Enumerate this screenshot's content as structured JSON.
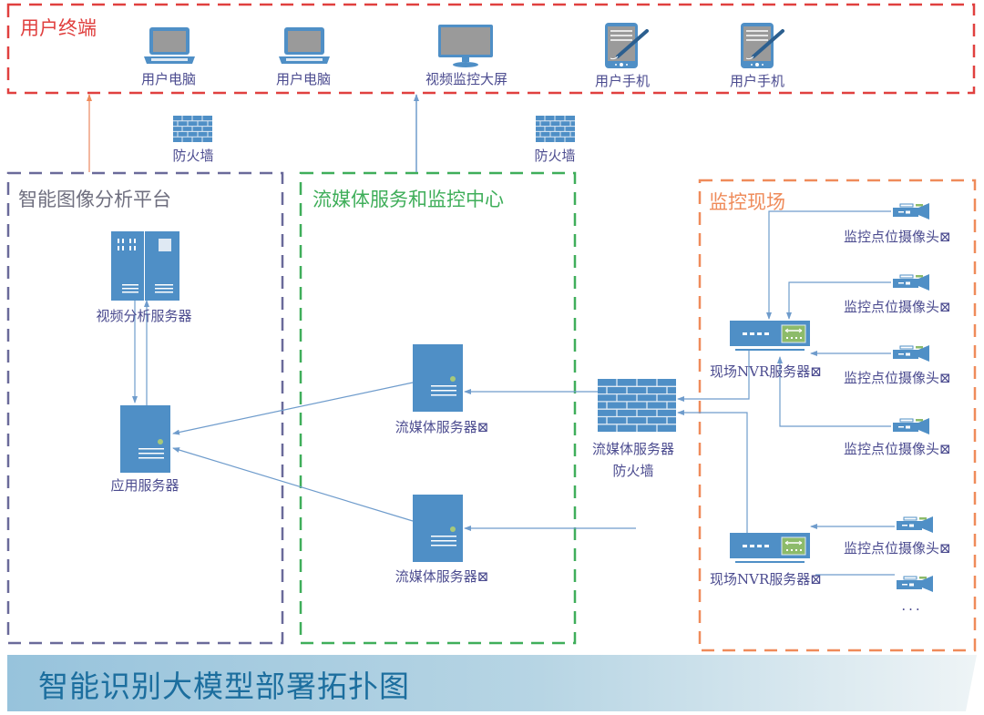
{
  "diagram": {
    "title": "智能识别大模型部署拓扑图",
    "colors": {
      "user_zone": "#e0403f",
      "ai_zone": "#6a6a9a",
      "media_zone": "#3fae5a",
      "site_zone": "#ef8b5a",
      "device_blue": "#4f8fc6",
      "wire": "#6f9ccc",
      "label": "#4b4b8f",
      "banner_title": "#1c6e9e"
    },
    "zones": {
      "user_terminal": {
        "title": "用户终端",
        "devices": [
          {
            "icon": "laptop-icon",
            "label": "用户电脑"
          },
          {
            "icon": "laptop-icon",
            "label": "用户电脑"
          },
          {
            "icon": "monitor-icon",
            "label": "视频监控大屏"
          },
          {
            "icon": "tablet-pen-icon",
            "label": "用户手机"
          },
          {
            "icon": "tablet-pen-icon",
            "label": "用户手机"
          }
        ]
      },
      "firewalls_top": [
        {
          "icon": "firewall-icon",
          "label": "防火墙"
        },
        {
          "icon": "firewall-icon",
          "label": "防火墙"
        }
      ],
      "ai_platform": {
        "title": "智能图像分析平台",
        "video_analysis_server": {
          "icon": "rack-server-icon",
          "label": "视频分析服务器"
        },
        "app_server": {
          "icon": "server-icon",
          "label": "应用服务器"
        }
      },
      "media_center": {
        "title": "流媒体服务和监控中心",
        "servers": [
          {
            "icon": "server-icon",
            "label": "流媒体服务器⊠"
          },
          {
            "icon": "server-icon",
            "label": "流媒体服务器⊠"
          }
        ]
      },
      "media_firewall": {
        "icon": "firewall-icon",
        "label_line1": "流媒体服务器",
        "label_line2": "防火墙"
      },
      "site": {
        "title": "监控现场",
        "nvrs": [
          {
            "icon": "nvr-icon",
            "label": "现场NVR服务器⊠"
          },
          {
            "icon": "nvr-icon",
            "label": "现场NVR服务器⊠"
          }
        ],
        "cameras": [
          {
            "icon": "camera-icon",
            "label": "监控点位摄像头⊠"
          },
          {
            "icon": "camera-icon",
            "label": "监控点位摄像头⊠"
          },
          {
            "icon": "camera-icon",
            "label": "监控点位摄像头⊠"
          },
          {
            "icon": "camera-icon",
            "label": "监控点位摄像头⊠"
          },
          {
            "icon": "camera-icon",
            "label": "监控点位摄像头⊠"
          },
          {
            "icon": "camera-icon",
            "label": "..."
          }
        ]
      }
    }
  }
}
